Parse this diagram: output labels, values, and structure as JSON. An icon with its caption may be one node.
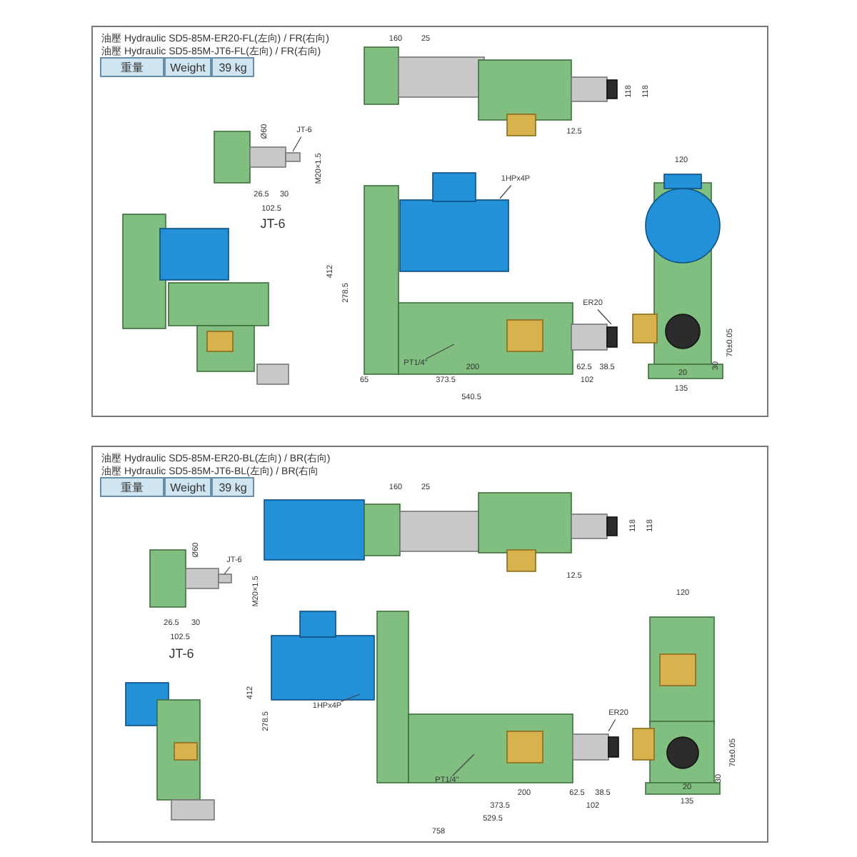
{
  "diagram": {
    "nodes": [
      {
        "text": [
          "油壓 Hydraulic SD5-85M-ER20-FL(左向) / FR(右向)",
          "油壓 Hydraulic SD5-85M-JT6-FL(左向) / FR(右向)"
        ]
      },
      {
        "text": [
          "JT-6"
        ],
        "in": 0
      },
      {
        "text": [
          "1HPx4P"
        ],
        "in": 0
      },
      {
        "text": [
          "ER20"
        ],
        "in": 0
      },
      {
        "text": [
          "PT1/4\""
        ],
        "in": 0
      },
      {
        "text": [
          "油壓 Hydraulic SD5-85M-ER20-BL(左向) / BR(右向)",
          "油壓 Hydraulic SD5-85M-JT6-BL(左向) / BR(右向"
        ]
      },
      {
        "text": [
          "JT-6"
        ],
        "in": 5
      },
      {
        "text": [
          "1HPx4P"
        ],
        "in": 5
      },
      {
        "text": [
          "ER20"
        ],
        "in": 5
      },
      {
        "text": [
          "PT1/4\""
        ],
        "in": 5
      }
    ],
    "edges": [
      {
        "from": 1,
        "to": null,
        "arrow": "none"
      },
      {
        "from": 2,
        "to": null,
        "arrow": "none"
      },
      {
        "from": 3,
        "to": null,
        "arrow": "none"
      },
      {
        "from": 4,
        "to": null,
        "arrow": "none"
      },
      {
        "from": 6,
        "to": null,
        "arrow": "none"
      },
      {
        "from": 7,
        "to": null,
        "arrow": "none"
      },
      {
        "from": 8,
        "to": null,
        "arrow": "none"
      },
      {
        "from": 9,
        "to": null,
        "arrow": "none"
      }
    ],
    "labels": [
      "重量",
      "Weight",
      "39 kg",
      "Ø60",
      "M20×1.5",
      "26.5",
      "30",
      "102.5",
      "JT-6",
      "160",
      "25",
      "118",
      "118",
      "12.5",
      "412",
      "278.5",
      "200",
      "62.5",
      "38.5",
      "65",
      "373.5",
      "102",
      "540.5",
      "120",
      "70±0.05",
      "30",
      "20",
      "135",
      "重量",
      "Weight",
      "39 kg",
      "Ø60",
      "M20×1.5",
      "26.5",
      "30",
      "102.5",
      "JT-6",
      "160",
      "25",
      "118",
      "118",
      "12.5",
      "412",
      "278.5",
      "200",
      "62.5",
      "38.5",
      "373.5",
      "102",
      "529.5",
      "758",
      "120",
      "70±0.05",
      "30",
      "20",
      "135"
    ]
  }
}
